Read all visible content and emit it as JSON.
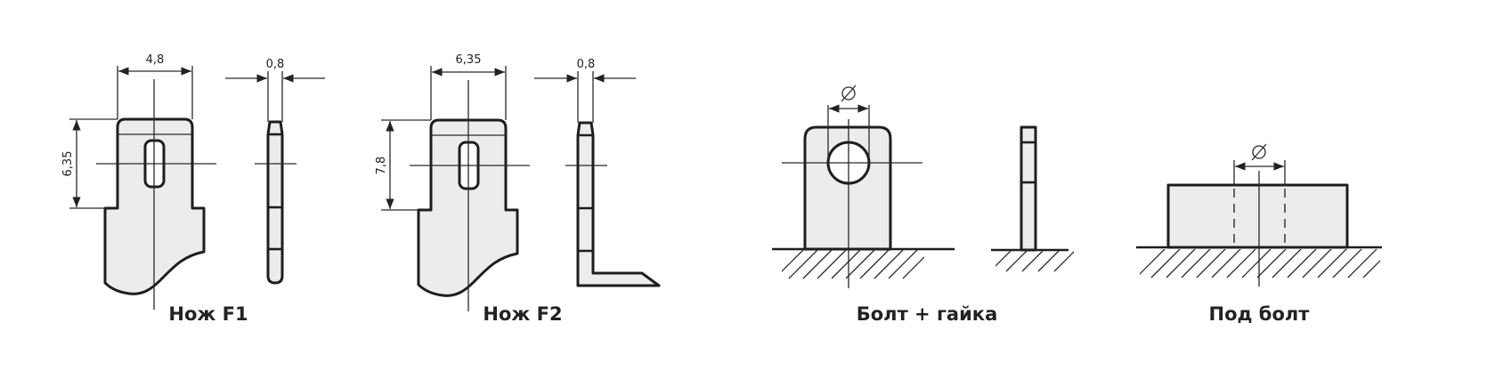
{
  "figure": {
    "colors": {
      "fill": "#ececec",
      "stroke": "#1e1e1e",
      "background": "#ffffff"
    },
    "terminals": [
      {
        "id": "f1",
        "label": "Нож F1",
        "front_width": "4,8",
        "front_height": "6,35",
        "side_thickness": "0,8"
      },
      {
        "id": "f2",
        "label": "Нож F2",
        "front_width": "6,35",
        "front_height": "7,8",
        "side_thickness": "0,8"
      },
      {
        "id": "bolt-nut",
        "label": "Болт + гайка",
        "hole_symbol": "⌀"
      },
      {
        "id": "under-bolt",
        "label": "Под болт",
        "hole_symbol": "⌀"
      }
    ]
  }
}
